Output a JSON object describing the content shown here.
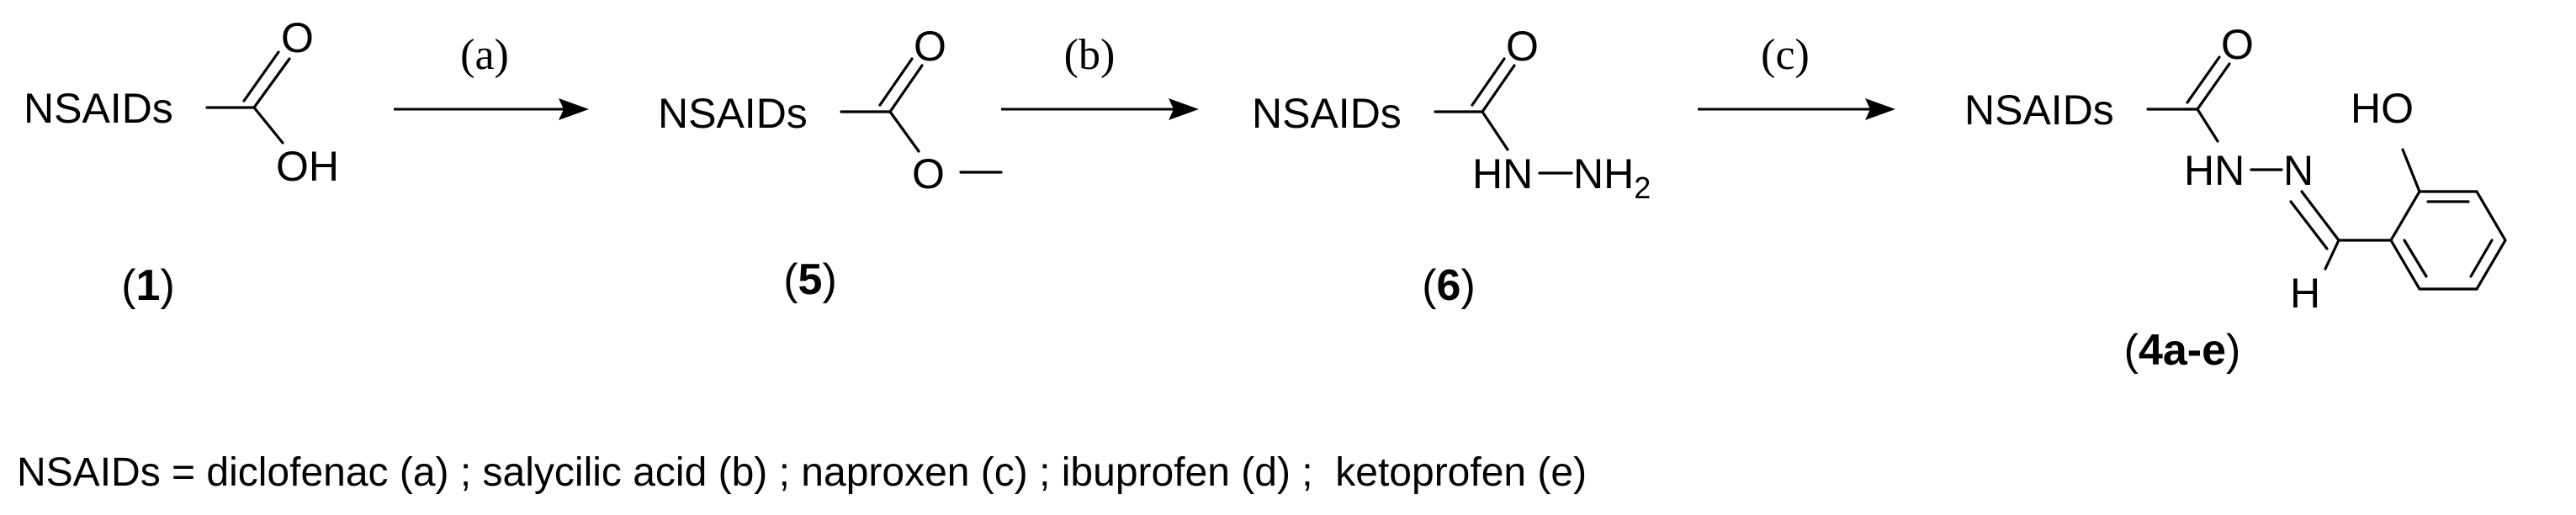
{
  "scheme": {
    "compound_1": {
      "group": "NSAIDs",
      "carbonyl_o": "O",
      "hydroxyl": "OH",
      "number": "1"
    },
    "compound_5": {
      "group": "NSAIDs",
      "carbonyl_o": "O",
      "ester_o": "O",
      "number": "5"
    },
    "compound_6": {
      "group": "NSAIDs",
      "carbonyl_o": "O",
      "nh": "HN",
      "nh2": "NH",
      "nh2_subscript": "2",
      "number": "6"
    },
    "compound_4": {
      "group": "NSAIDs",
      "carbonyl_o": "O",
      "hn": "HN",
      "n": "N",
      "h": "H",
      "phenol": "HO",
      "number": "4a-e"
    },
    "steps": [
      {
        "label": "(a)"
      },
      {
        "label": "(b)"
      },
      {
        "label": "(c)"
      }
    ],
    "legend": "NSAIDs = diclofenac (a) ; salycilic acid (b) ; naproxen (c) ; ibuprofen (d) ;  ketoprofen (e)"
  },
  "colors": {
    "ink": "#000000",
    "background": "#ffffff"
  }
}
